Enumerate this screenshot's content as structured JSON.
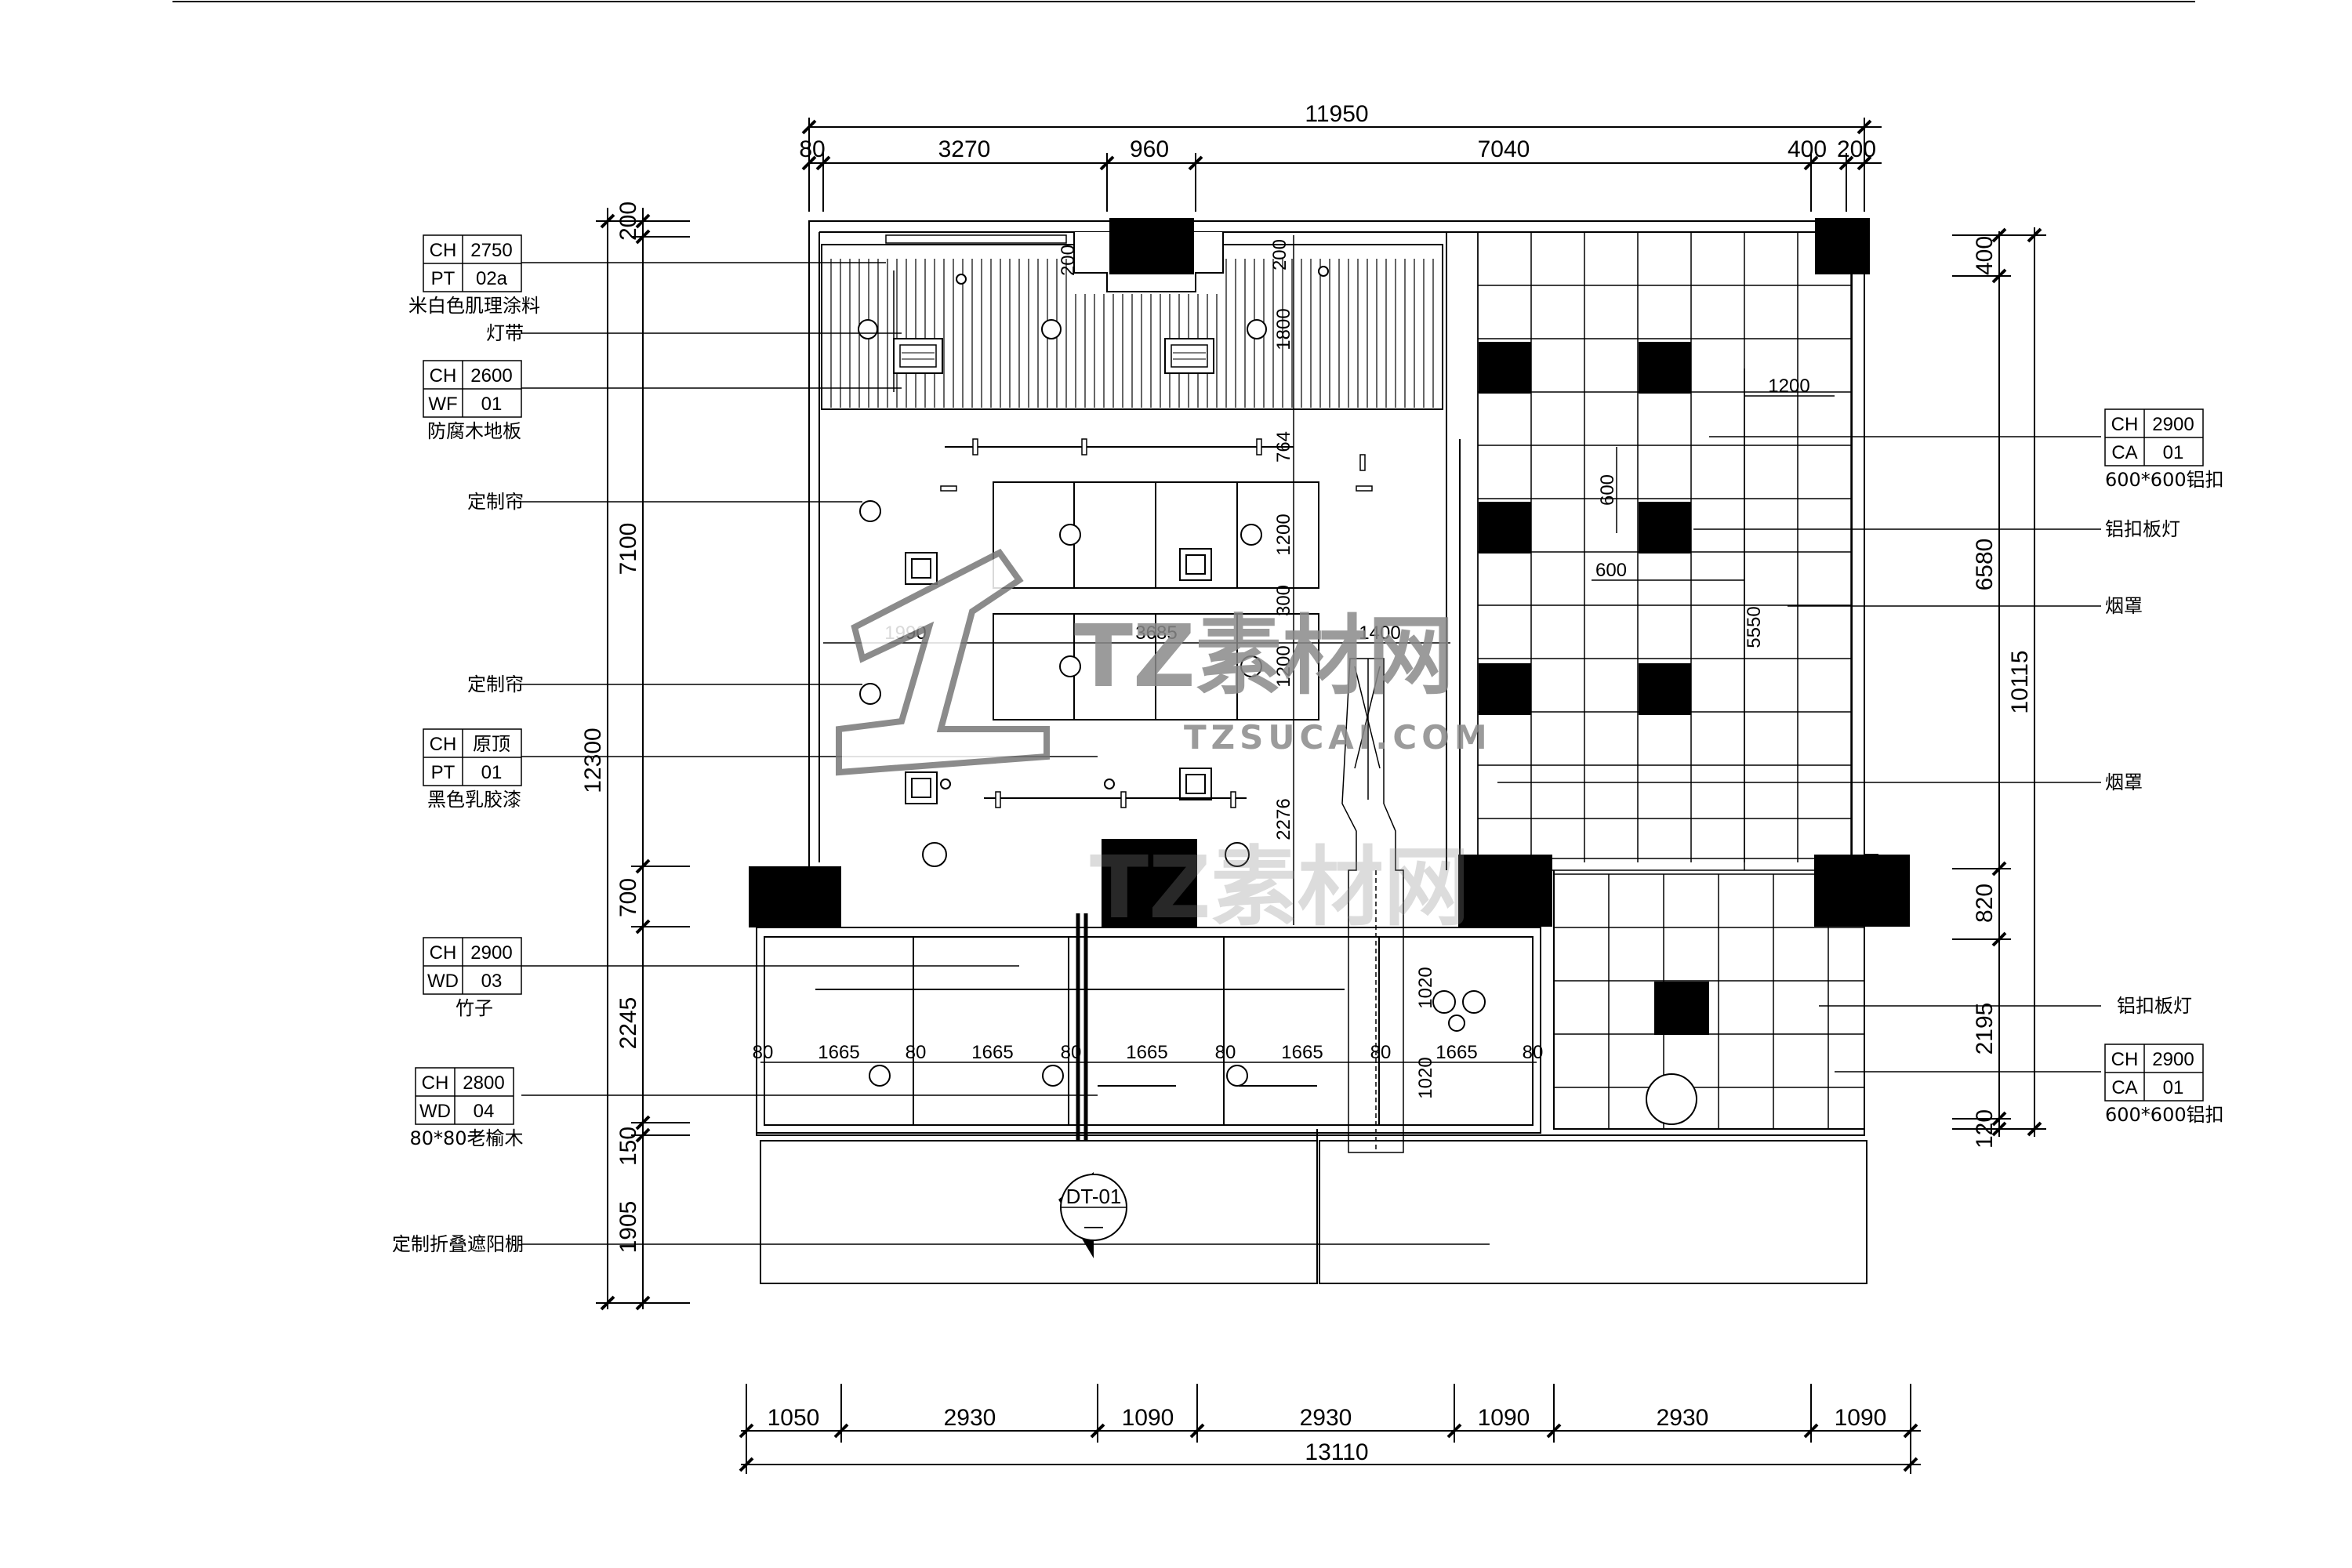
{
  "dimensions": {
    "top_total": "11950",
    "top": [
      "80",
      "3270",
      "960",
      "7040",
      "400",
      "200"
    ],
    "bottom": [
      "1050",
      "2930",
      "1090",
      "2930",
      "1090",
      "2930",
      "1090"
    ],
    "bottom_total": "13110",
    "left_total": "12300",
    "left": [
      "200",
      "7100",
      "700",
      "2245",
      "150",
      "1905"
    ],
    "right_total": "10115",
    "right": [
      "400",
      "6580",
      "820",
      "2195",
      "120"
    ],
    "interior": {
      "d200a": "200",
      "d200b": "200",
      "d1800": "1800",
      "d764": "764",
      "d1200a": "1200",
      "d300": "300",
      "d1200b": "1200",
      "d2276": "2276",
      "d1990": "1990",
      "d3685": "3685",
      "d1400": "1400",
      "d1200h": "1200",
      "d600v": "600",
      "d600h": "600",
      "d5550": "5550",
      "bay80": "80",
      "bay1665": "1665",
      "d1020a": "1020",
      "d1020b": "1020"
    }
  },
  "left_callouts": [
    {
      "code1": "CH",
      "val1": "2750",
      "code2": "PT",
      "val2": "02a",
      "name": "米白色肌理涂料"
    },
    {
      "name": "灯带"
    },
    {
      "code1": "CH",
      "val1": "2600",
      "code2": "WF",
      "val2": "01",
      "name": "防腐木地板"
    },
    {
      "name": "定制帘"
    },
    {
      "name": "定制帘"
    },
    {
      "code1": "CH",
      "val1": "原顶",
      "code2": "PT",
      "val2": "01",
      "name": "黑色乳胶漆"
    },
    {
      "code1": "CH",
      "val1": "2900",
      "code2": "WD",
      "val2": "03",
      "name": "竹子"
    },
    {
      "code1": "CH",
      "val1": "2800",
      "code2": "WD",
      "val2": "04",
      "name": "80*80老榆木"
    },
    {
      "name": "定制折叠遮阳棚"
    }
  ],
  "right_callouts": [
    {
      "code1": "CH",
      "val1": "2900",
      "code2": "CA",
      "val2": "01",
      "name": "600*600铝扣"
    },
    {
      "name": "铝扣板灯"
    },
    {
      "name": "烟罩"
    },
    {
      "name": "烟罩"
    },
    {
      "name": "铝扣板灯"
    },
    {
      "code1": "CH",
      "val1": "2900",
      "code2": "CA",
      "val2": "01",
      "name": "600*600铝扣"
    }
  ],
  "section_mark": {
    "id": "DT-01",
    "sub": "—"
  },
  "watermark": {
    "main": "TZ素材网",
    "sub": "TZSUCAI.COM",
    "lower": "TZ素材网"
  },
  "colors": {
    "line": "#000000",
    "background": "#ffffff",
    "watermark": "#8a8a8a"
  }
}
